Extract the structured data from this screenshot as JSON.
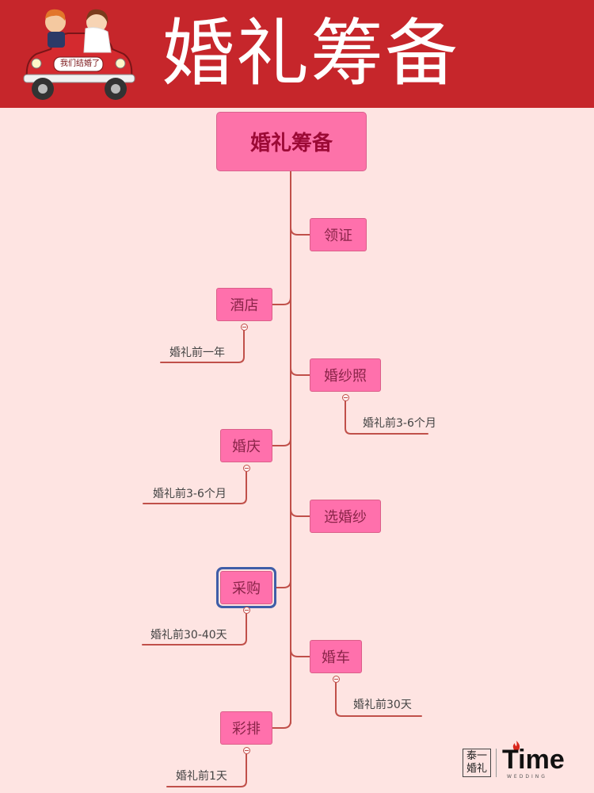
{
  "header": {
    "title": "婚礼筹备",
    "car_plate": "我们结婚了"
  },
  "mindmap": {
    "root": "婚礼筹备",
    "right_nodes": [
      {
        "label": "领证",
        "note": ""
      },
      {
        "label": "婚纱照",
        "note": "婚礼前3-6个月"
      },
      {
        "label": "选婚纱",
        "note": ""
      },
      {
        "label": "婚车",
        "note": "婚礼前30天"
      }
    ],
    "left_nodes": [
      {
        "label": "酒店",
        "note": "婚礼前一年"
      },
      {
        "label": "婚庆",
        "note": "婚礼前3-6个月"
      },
      {
        "label": "采购",
        "note": "婚礼前30-40天"
      },
      {
        "label": "彩排",
        "note": "婚礼前1天"
      }
    ]
  },
  "brand": {
    "cn_line1": "泰一",
    "cn_line2": "婚礼",
    "name": "Time",
    "sub": "WEDDING"
  },
  "colors": {
    "banner": "#c6262b",
    "background": "#fee4e2",
    "node": "#ff70ac",
    "connector": "#c0504a",
    "selection": "#3f5ea8"
  }
}
